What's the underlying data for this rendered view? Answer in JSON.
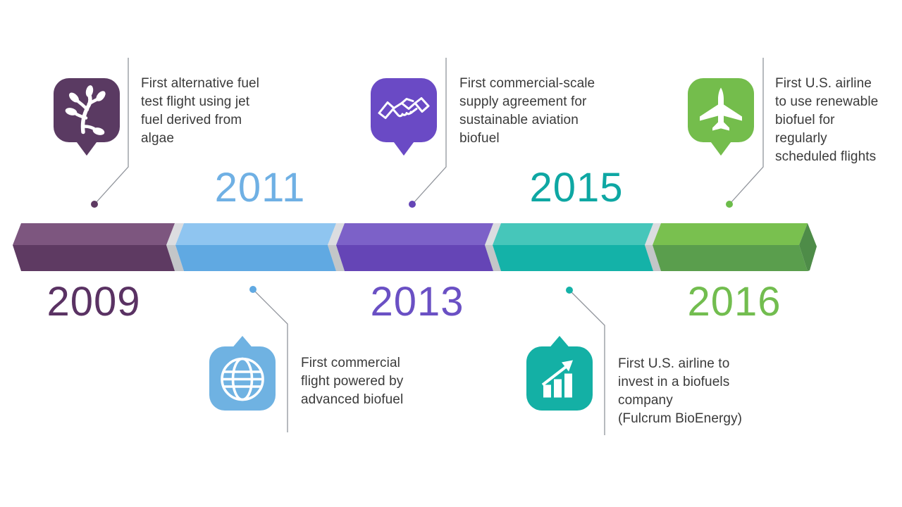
{
  "background": "#ffffff",
  "description_text_color": "#3a3a3a",
  "connector_color": "#90949b",
  "separator_colors": {
    "top": "#dcdde0",
    "front": "#c3c6c8"
  },
  "timeline": {
    "type": "timeline",
    "events": [
      {
        "year": "2009",
        "side": "top",
        "icon": "algae-icon",
        "lines": [
          "First alternative fuel",
          "test flight using jet",
          "fuel derived from",
          "algae"
        ],
        "colors": {
          "bar_top": "#7d567f",
          "bar_front": "#5e3a62",
          "year": "#5a3263",
          "bubble": "#5a3a62",
          "dot": "#5e3a62"
        }
      },
      {
        "year": "2011",
        "side": "bottom",
        "icon": "globe-icon",
        "lines": [
          "First commercial",
          "flight powered by",
          "advanced biofuel"
        ],
        "colors": {
          "bar_top": "#8fc5f0",
          "bar_front": "#60a9e2",
          "year": "#6fb0e4",
          "bubble": "#6fb2e2",
          "dot": "#60a9e2"
        }
      },
      {
        "year": "2013",
        "side": "top",
        "icon": "handshake-icon",
        "lines": [
          "First commercial-scale",
          "supply agreement for",
          "sustainable aviation",
          "biofuel"
        ],
        "colors": {
          "bar_top": "#7c61c8",
          "bar_front": "#6545b6",
          "year": "#6a50c4",
          "bubble": "#6a4ac5",
          "dot": "#6545b6"
        }
      },
      {
        "year": "2015",
        "side": "bottom",
        "icon": "growth-chart-icon",
        "lines": [
          "First U.S. airline to",
          "invest in a biofuels",
          "company",
          "(Fulcrum BioEnergy)"
        ],
        "colors": {
          "bar_top": "#46c6ba",
          "bar_front": "#14b2a8",
          "year": "#0ea7a3",
          "bubble": "#14b0a5",
          "dot": "#14b2a8"
        }
      },
      {
        "year": "2016",
        "side": "top",
        "icon": "airplane-icon",
        "lines": [
          "First U.S. airline",
          "to use renewable",
          "biofuel for",
          "regularly",
          "scheduled flights"
        ],
        "colors": {
          "bar_top": "#79c04f",
          "bar_front": "#5a9e4d",
          "year": "#72bd4f",
          "bubble": "#74bd4c",
          "dot": "#6cbc4a",
          "end_cap": "#4e8c48"
        }
      }
    ]
  }
}
